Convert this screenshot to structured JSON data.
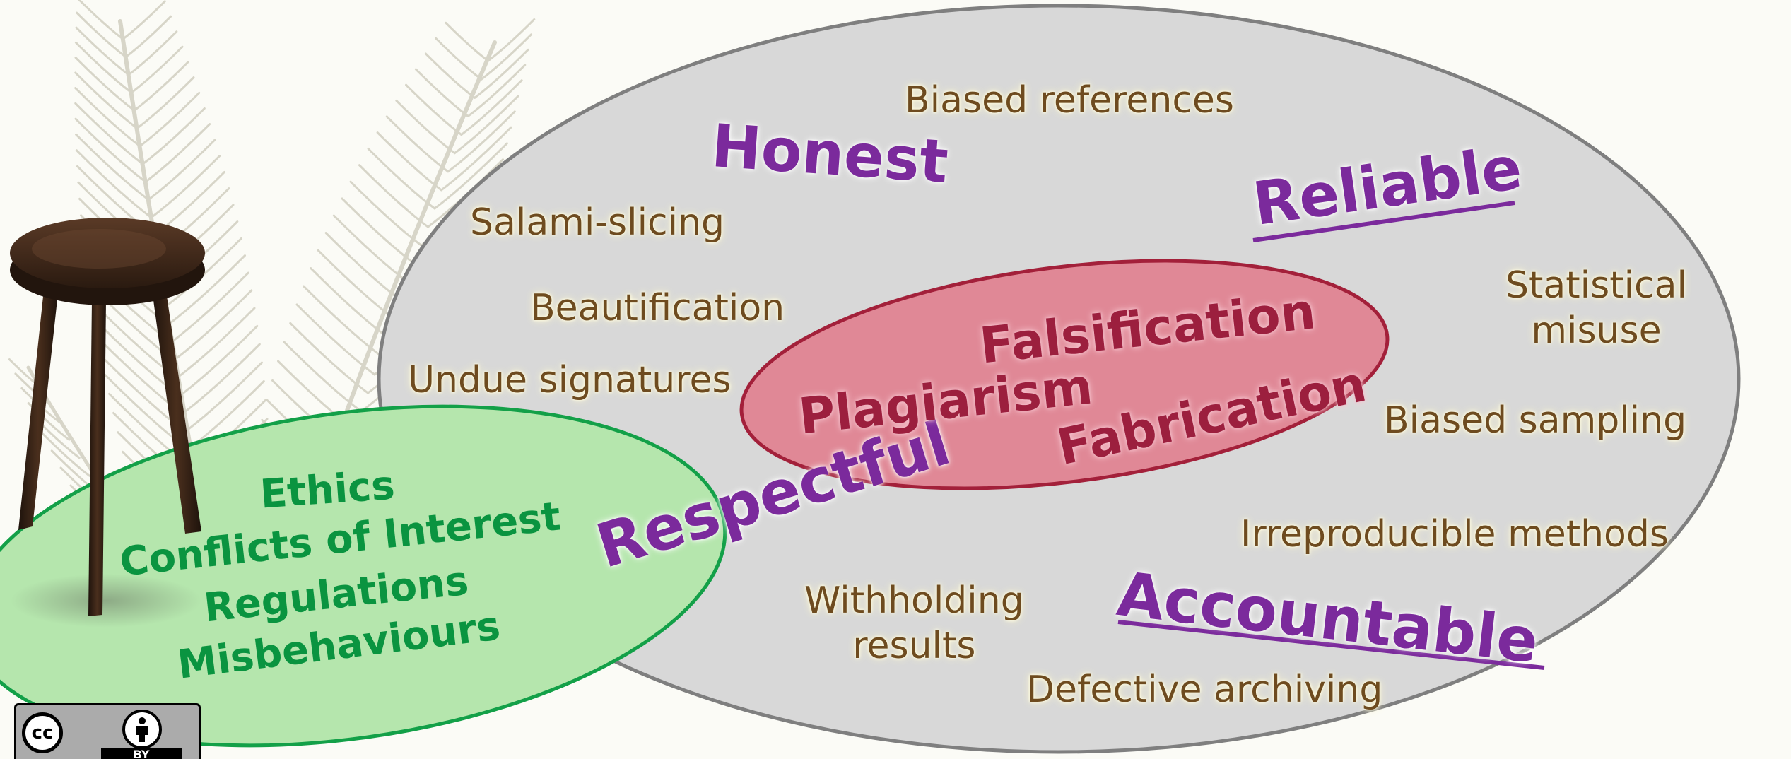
{
  "regions": {
    "outer": {
      "color": "#d8d8d8",
      "stroke": "#7f7f7f"
    },
    "inner": {
      "color": "#e08896",
      "stroke": "#a3203a"
    },
    "left": {
      "color": "#b5e6ad",
      "stroke": "#13a048"
    }
  },
  "values": {
    "honest": "Honest",
    "reliable": "Reliable",
    "respectful": "Respectful",
    "accountable": "Accountable"
  },
  "core_misconduct": {
    "falsification": "Falsification",
    "plagiarism": "Plagiarism",
    "fabrication": "Fabrication"
  },
  "questionable_practices": {
    "biased_references": "Biased references",
    "salami_slicing": "Salami-slicing",
    "beautification": "Beautification",
    "undue_signatures": "Undue signatures",
    "statistical_misuse": "Statistical\nmisuse",
    "biased_sampling": "Biased sampling",
    "irreproducible_methods": "Irreproducible methods",
    "withholding_results": "Withholding\nresults",
    "defective_archiving": "Defective archiving"
  },
  "context": {
    "ethics": "Ethics",
    "conflicts": "Conflicts of Interest",
    "regulations": "Regulations",
    "misbehaviours": "Misbehaviours"
  },
  "license": {
    "cc": "cc",
    "by": "BY",
    "badge_color": "#ababab"
  },
  "colors": {
    "value_text": "#7b2a9c",
    "practice_text": "#6e4b1f",
    "core_text": "#9c1f3e",
    "context_text": "#0a9440",
    "background": "#fbfbf6"
  },
  "icons": {
    "stool": "stool-icon",
    "feather": "feather-icon",
    "cc": "cc-icon",
    "by": "person-icon"
  }
}
